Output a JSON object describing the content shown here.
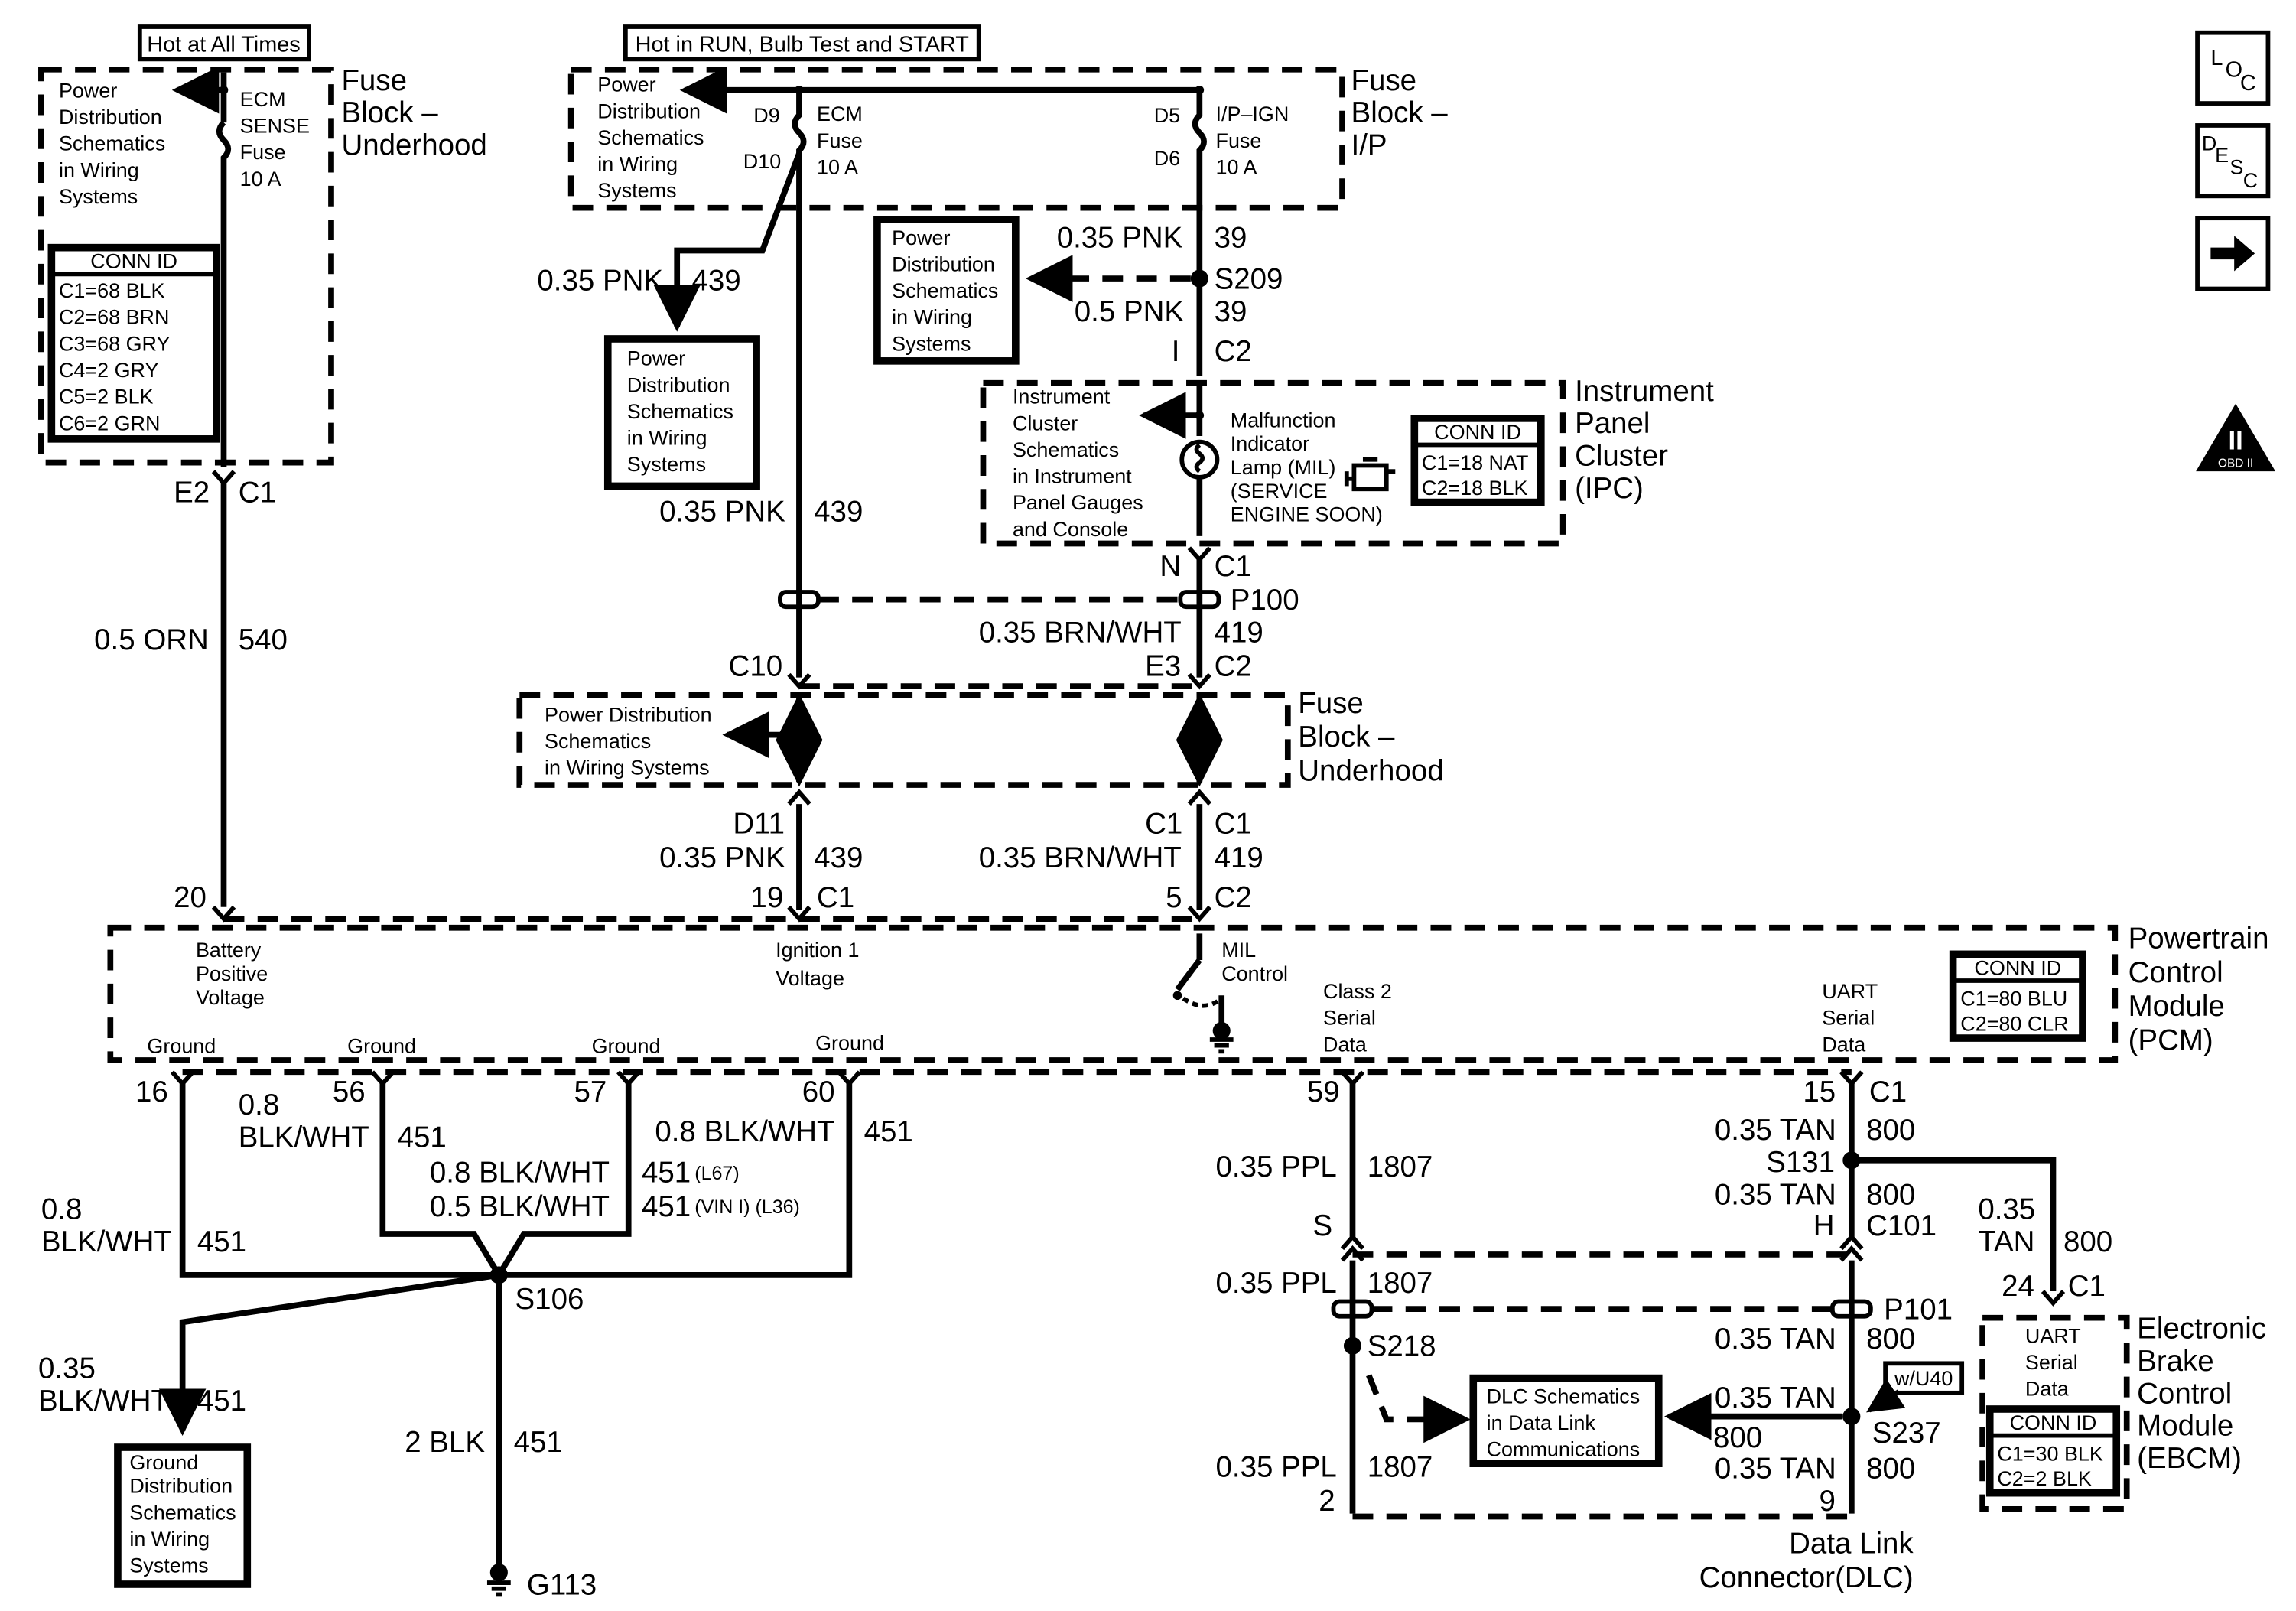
{
  "header": {
    "hot_at_all_times": "Hot at All Times",
    "hot_in_run": "Hot in RUN, Bulb Test and START"
  },
  "nav": {
    "loc": "LOC",
    "desc": "DESC",
    "obd": "OBD II"
  },
  "pds": [
    "Power",
    "Distribution",
    "Schematics",
    "in Wiring",
    "Systems"
  ],
  "fuse_underhood_top": {
    "title": [
      "Fuse",
      "Block –",
      "Underhood"
    ],
    "fuse": [
      "ECM",
      "SENSE",
      "Fuse",
      "10 A"
    ],
    "conn_id_title": "CONN ID",
    "conn_ids": [
      "C1=68 BLK",
      "C2=68 BRN",
      "C3=68 GRY",
      "C4=2 GRY",
      "C5=2 BLK",
      "C6=2 GRN"
    ],
    "pin": "E2",
    "conn": "C1"
  },
  "fuse_ip": {
    "title": [
      "Fuse",
      "Block –",
      "I/P"
    ],
    "ecm_fuse": [
      "ECM",
      "Fuse",
      "10 A"
    ],
    "ip_fuse": [
      "I/P–IGN",
      "Fuse",
      "10 A"
    ],
    "d9": "D9",
    "d10": "D10",
    "d5": "D5",
    "d6": "D6"
  },
  "wires": {
    "w540": "0.5 ORN",
    "c540": "540",
    "w439": "0.35 PNK",
    "c439": "439",
    "w39a": "0.35 PNK",
    "w39b": "0.5 PNK",
    "c39": "39",
    "w419": "0.35 BRN/WHT",
    "c419": "419",
    "w451": "0.8",
    "w451b": "BLK/WHT",
    "c451": "451",
    "w451_035": "0.35",
    "w451_2": "2 BLK",
    "w451_l67": "0.8 BLK/WHT",
    "w451_l36": "0.5 BLK/WHT",
    "l67": "(L67)",
    "l36": "(VIN I) (L36)",
    "w1807": "0.35 PPL",
    "c1807": "1807",
    "w800": "0.35 TAN",
    "w800b": "0.35",
    "w800c": "TAN",
    "c800": "800"
  },
  "splices": {
    "s209": "S209",
    "s106": "S106",
    "s131": "S131",
    "s218": "S218",
    "s237": "S237"
  },
  "ipc": {
    "title": [
      "Instrument",
      "Panel",
      "Cluster",
      "(IPC)"
    ],
    "link": [
      "Instrument",
      "Cluster",
      "Schematics",
      "in Instrument",
      "Panel Gauges",
      "and Console"
    ],
    "mil": [
      "Malfunction",
      "Indicator",
      "Lamp (MIL)",
      "(SERVICE",
      "ENGINE SOON)"
    ],
    "conn_id_title": "CONN ID",
    "conn_ids": [
      "C1=18 NAT",
      "C2=18 BLK"
    ],
    "pin_i": "I",
    "c2": "C2",
    "pin_n": "N",
    "c1": "C1"
  },
  "p100": "P100",
  "fuse_underhood_mid": {
    "title": [
      "Fuse",
      "Block –",
      "Underhood"
    ],
    "pds": [
      "Power Distribution",
      "Schematics",
      "in Wiring Systems"
    ],
    "c10": "C10",
    "e3": "E3",
    "c2": "C2",
    "d11": "D11",
    "c1": "C1"
  },
  "pcm": {
    "title": [
      "Powertrain",
      "Control",
      "Module",
      "(PCM)"
    ],
    "battery": [
      "Battery",
      "Positive",
      "Voltage"
    ],
    "ignition": [
      "Ignition 1",
      "Voltage"
    ],
    "mil": [
      "MIL",
      "Control"
    ],
    "class2": [
      "Class 2",
      "Serial",
      "Data"
    ],
    "uart": [
      "UART",
      "Serial",
      "Data"
    ],
    "ground": "Ground",
    "conn_id_title": "CONN ID",
    "conn_ids": [
      "C1=80 BLU",
      "C2=80 CLR"
    ],
    "pins": {
      "p20": "20",
      "p19": "19",
      "p5": "5",
      "p16": "16",
      "p56": "56",
      "p57": "57",
      "p60": "60",
      "p59": "59",
      "p15": "15"
    },
    "c1": "C1",
    "c2": "C2"
  },
  "c101": {
    "s": "S",
    "h": "H",
    "label": "C101"
  },
  "p101": "P101",
  "wu40": "w/U40",
  "dlc_link": [
    "DLC Schematics",
    "in Data Link",
    "Communications"
  ],
  "dlc": {
    "pin2": "2",
    "pin9": "9",
    "label": [
      "Data Link",
      "Connector(DLC)"
    ]
  },
  "ebcm": {
    "title": [
      "Electronic",
      "Brake",
      "Control",
      "Module",
      "(EBCM)"
    ],
    "uart": [
      "UART",
      "Serial",
      "Data"
    ],
    "conn_id_title": "CONN ID",
    "conn_ids": [
      "C1=30 BLK",
      "C2=2 BLK"
    ],
    "pin": "24",
    "c1": "C1"
  },
  "gnd_link": [
    "Ground",
    "Distribution",
    "Schematics",
    "in Wiring",
    "Systems"
  ],
  "g113": "G113"
}
